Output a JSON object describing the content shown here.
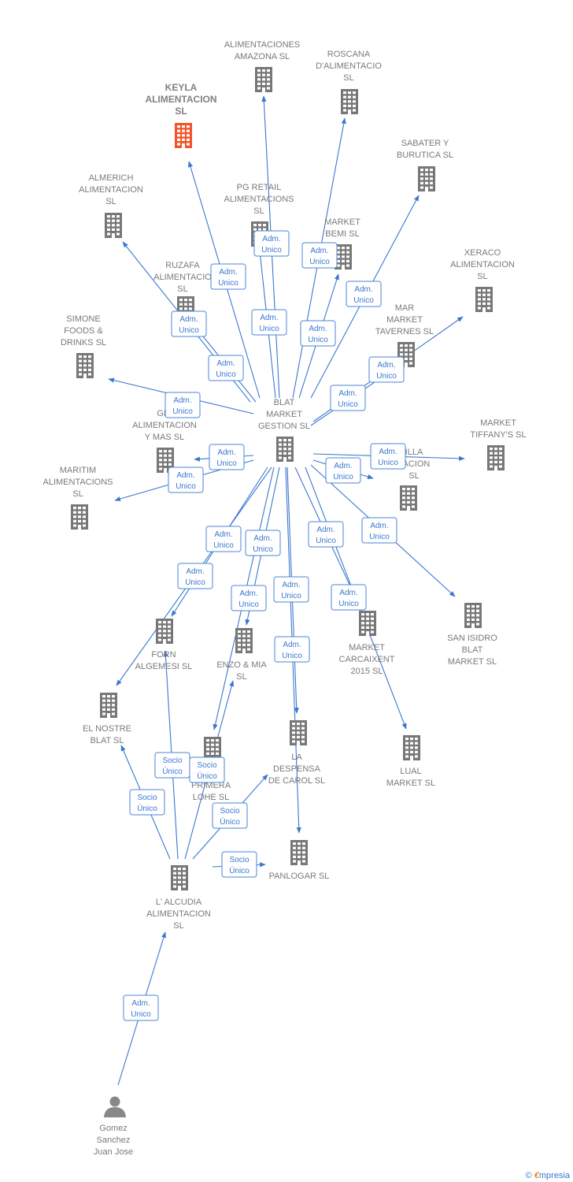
{
  "colors": {
    "edge": "#3a78d0",
    "company": "#777777",
    "highlight": "#f4532a",
    "person": "#888888"
  },
  "nodes": [
    {
      "id": "keyla",
      "type": "company",
      "highlight": true,
      "lines": [
        "KEYLA",
        "ALIMENTACION",
        "SL"
      ]
    },
    {
      "id": "amazona",
      "type": "company",
      "lines": [
        "ALIMENTACIONES",
        "AMAZONA  SL"
      ]
    },
    {
      "id": "roscana",
      "type": "company",
      "lines": [
        "ROSCANA",
        "D'ALIMENTACIO",
        "SL"
      ]
    },
    {
      "id": "sabater",
      "type": "company",
      "lines": [
        "SABATER Y",
        "BURUTICA  SL"
      ]
    },
    {
      "id": "almerich",
      "type": "company",
      "lines": [
        "ALMERICH",
        "ALIMENTACION",
        "SL"
      ]
    },
    {
      "id": "pgretail",
      "type": "company",
      "lines": [
        "PG RETAIL",
        "ALIMENTACIONS",
        "SL"
      ]
    },
    {
      "id": "bemi",
      "type": "company",
      "lines": [
        "MARKET",
        "BEMI  SL"
      ]
    },
    {
      "id": "xeraco",
      "type": "company",
      "lines": [
        "XERACO",
        "ALIMENTACION",
        "SL"
      ]
    },
    {
      "id": "ruzafa",
      "type": "company",
      "lines": [
        "RUZAFA",
        "ALIMENTACIO",
        "SL"
      ]
    },
    {
      "id": "mar",
      "type": "company",
      "lines": [
        "MAR",
        "MARKET",
        "TAVERNES  SL"
      ]
    },
    {
      "id": "simone",
      "type": "company",
      "lines": [
        "SIMONE",
        "FOODS &",
        "DRINKS  SL"
      ]
    },
    {
      "id": "blat",
      "type": "company",
      "lines": [
        "BLAT",
        "MARKET",
        "GESTION  SL"
      ]
    },
    {
      "id": "giu",
      "type": "company",
      "lines": [
        "GIU",
        "ALIMENTACION",
        "Y MAS  SL"
      ]
    },
    {
      "id": "tiffany",
      "type": "company",
      "lines": [
        "MARKET",
        "TIFFANY'S  SL"
      ]
    },
    {
      "id": "villa",
      "type": "company",
      "lines": [
        "ILLA",
        "TACION",
        "SL"
      ]
    },
    {
      "id": "maritim",
      "type": "company",
      "lines": [
        "MARITIM",
        "ALIMENTACIONS",
        "SL"
      ]
    },
    {
      "id": "forn",
      "type": "company",
      "lines": [
        "FORN",
        "ALGEMESI  SL"
      ]
    },
    {
      "id": "enzo",
      "type": "company",
      "lines": [
        "ENZO & MIA",
        "SL"
      ]
    },
    {
      "id": "carcaixent",
      "type": "company",
      "lines": [
        "MARKET",
        "CARCAIXENT",
        "2015  SL"
      ]
    },
    {
      "id": "sanisidro",
      "type": "company",
      "lines": [
        "SAN ISIDRO",
        "BLAT",
        "MARKET  SL"
      ]
    },
    {
      "id": "elnostre",
      "type": "company",
      "lines": [
        "EL NOSTRE",
        "BLAT  SL"
      ]
    },
    {
      "id": "despensa",
      "type": "company",
      "lines": [
        "LA",
        "DESPENSA",
        "DE CAROL  SL"
      ]
    },
    {
      "id": "primera",
      "type": "company",
      "lines": [
        "PRIMERA",
        "LOHE  SL"
      ]
    },
    {
      "id": "lual",
      "type": "company",
      "lines": [
        "LUAL",
        "MARKET  SL"
      ]
    },
    {
      "id": "panlogar",
      "type": "company",
      "lines": [
        "PANLOGAR  SL"
      ]
    },
    {
      "id": "alcudia",
      "type": "company",
      "lines": [
        "L' ALCUDIA",
        "ALIMENTACION",
        "SL"
      ]
    },
    {
      "id": "gomez",
      "type": "person",
      "lines": [
        "Gomez",
        "Sanchez",
        "Juan Jose"
      ]
    }
  ],
  "edges": [
    {
      "from": "blat",
      "to": "keyla",
      "label": [
        "Adm.",
        "Unico"
      ]
    },
    {
      "from": "blat",
      "to": "amazona",
      "label": [
        "Adm.",
        "Unico"
      ]
    },
    {
      "from": "blat",
      "to": "roscana",
      "label": [
        "Adm.",
        "Unico"
      ]
    },
    {
      "from": "blat",
      "to": "sabater",
      "label": [
        "Adm.",
        "Unico"
      ]
    },
    {
      "from": "blat",
      "to": "almerich",
      "label": [
        "Adm.",
        "Unico"
      ]
    },
    {
      "from": "blat",
      "to": "pgretail",
      "label": [
        "Adm.",
        "Unico"
      ]
    },
    {
      "from": "blat",
      "to": "bemi",
      "label": [
        "Adm.",
        "Unico"
      ]
    },
    {
      "from": "blat",
      "to": "xeraco",
      "label": [
        "Adm.",
        "Unico"
      ]
    },
    {
      "from": "blat",
      "to": "ruzafa",
      "label": [
        "Adm.",
        "Unico"
      ]
    },
    {
      "from": "blat",
      "to": "mar",
      "label": [
        "Adm.",
        "Unico"
      ]
    },
    {
      "from": "blat",
      "to": "simone",
      "label": [
        "Adm.",
        "Unico"
      ]
    },
    {
      "from": "blat",
      "to": "giu",
      "label": [
        "Adm.",
        "Unico"
      ]
    },
    {
      "from": "blat",
      "to": "tiffany",
      "label": [
        "Adm.",
        "Unico"
      ]
    },
    {
      "from": "blat",
      "to": "villa",
      "label": [
        "Adm.",
        "Unico"
      ]
    },
    {
      "from": "blat",
      "to": "maritim",
      "label": [
        "Adm.",
        "Unico"
      ]
    },
    {
      "from": "blat",
      "to": "forn",
      "label": [
        "Adm.",
        "Unico"
      ]
    },
    {
      "from": "blat",
      "to": "enzo",
      "label": [
        "Adm.",
        "Unico"
      ]
    },
    {
      "from": "blat",
      "to": "carcaixent",
      "label": [
        "Adm.",
        "Unico"
      ]
    },
    {
      "from": "blat",
      "to": "sanisidro",
      "label": [
        "Adm.",
        "Unico"
      ]
    },
    {
      "from": "blat",
      "to": "elnostre",
      "label": [
        "Adm.",
        "Unico"
      ]
    },
    {
      "from": "blat",
      "to": "despensa",
      "label": [
        "Adm.",
        "Unico"
      ]
    },
    {
      "from": "blat",
      "to": "primera",
      "label": [
        "Adm.",
        "Unico"
      ]
    },
    {
      "from": "blat",
      "to": "lual",
      "label": [
        "Adm.",
        "Unico"
      ]
    },
    {
      "from": "blat",
      "to": "panlogar",
      "label": [
        "Adm.",
        "Unico"
      ]
    },
    {
      "from": "alcudia",
      "to": "elnostre",
      "label": [
        "Socio",
        "Único"
      ]
    },
    {
      "from": "alcudia",
      "to": "forn",
      "label": [
        "Socio",
        "Único"
      ]
    },
    {
      "from": "alcudia",
      "to": "primera",
      "label": [
        "Socio",
        "Único"
      ]
    },
    {
      "from": "alcudia",
      "to": "despensa",
      "label": [
        "Socio",
        "Único"
      ]
    },
    {
      "from": "alcudia",
      "to": "panlogar",
      "label": [
        "Socio",
        "Único"
      ]
    },
    {
      "from": "gomez",
      "to": "alcudia",
      "label": [
        "Adm.",
        "Unico"
      ]
    }
  ],
  "footer": {
    "copyright": "©",
    "brand_first": "€",
    "brand_rest": "mpresia"
  }
}
